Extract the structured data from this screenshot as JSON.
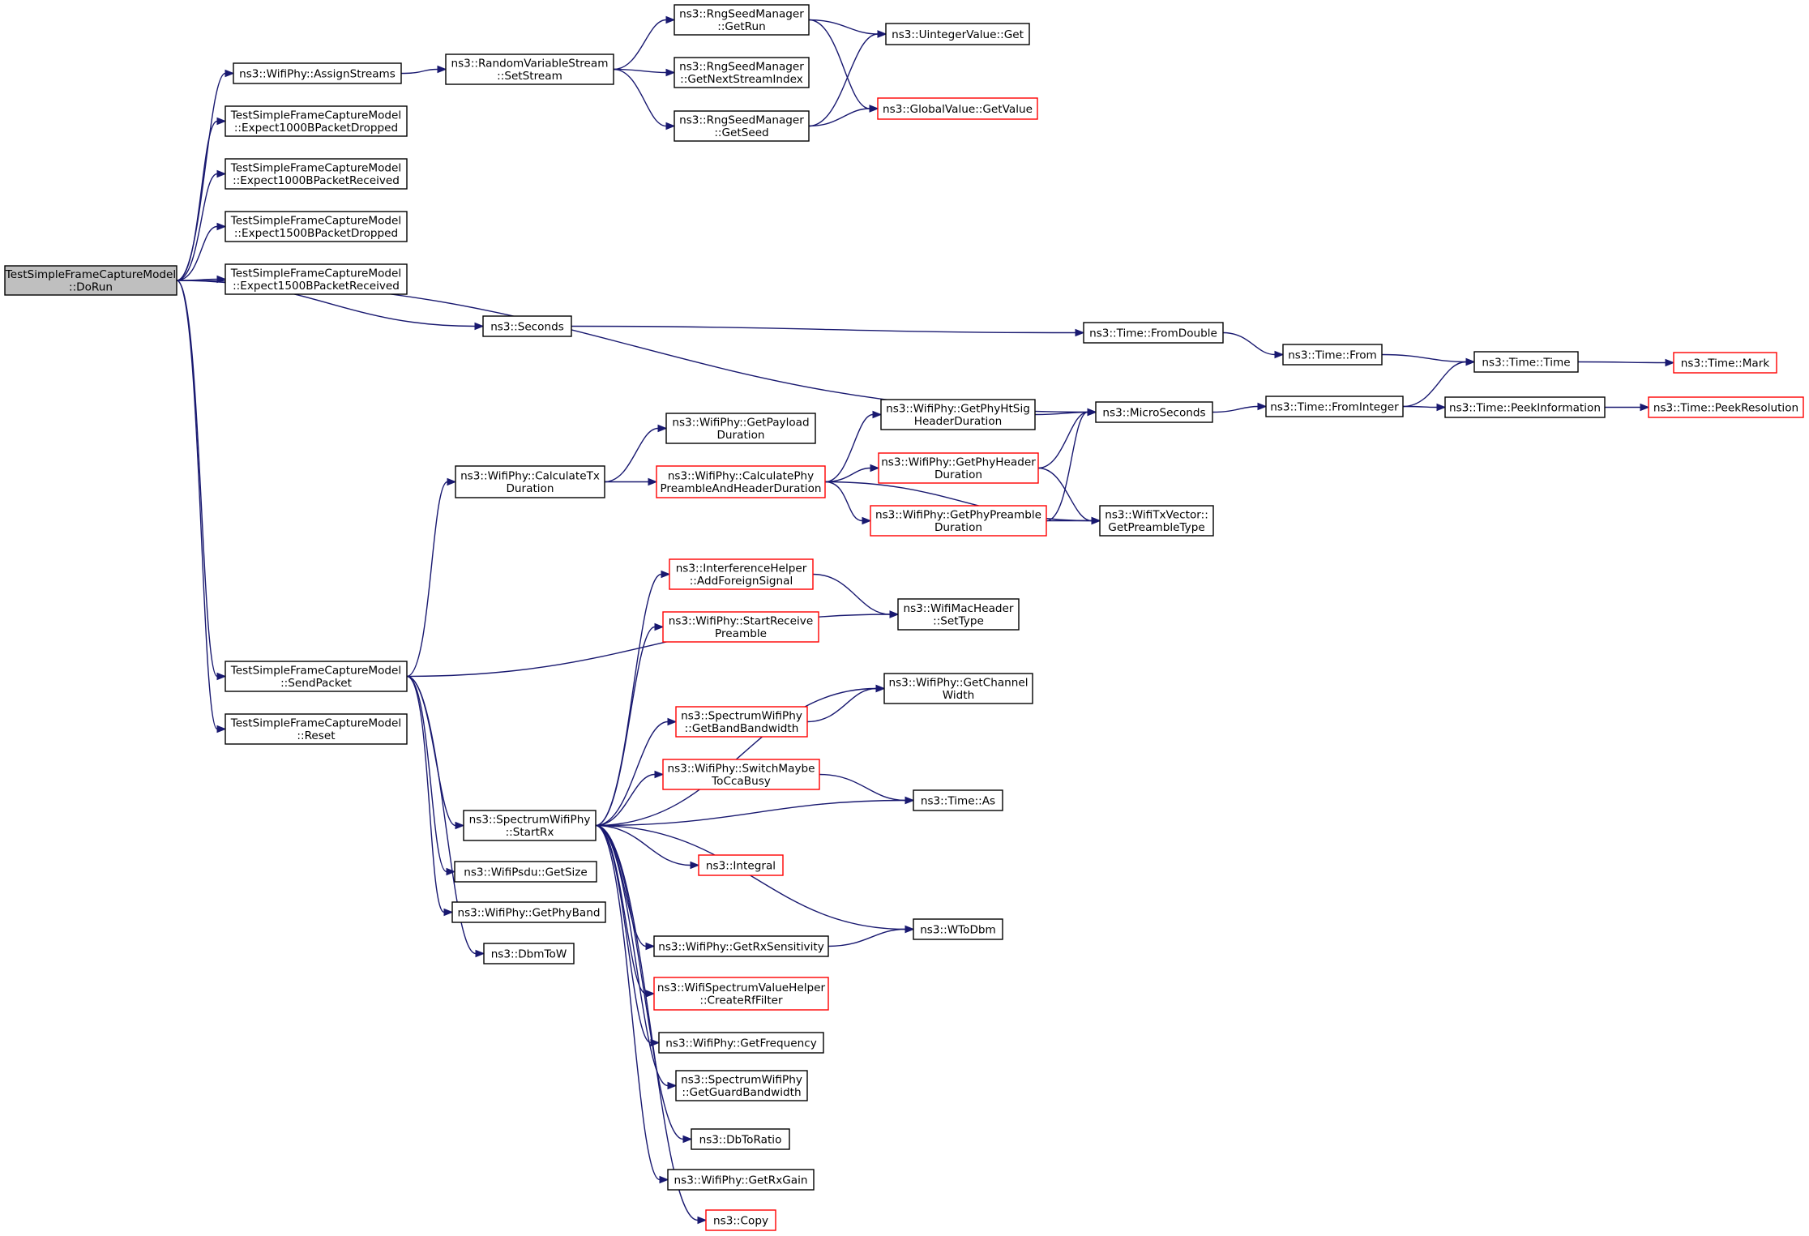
{
  "nodes": [
    {
      "id": "dorun",
      "lines": [
        "TestSimpleFrameCaptureModel",
        "::DoRun"
      ],
      "style": "root"
    },
    {
      "id": "assign",
      "lines": [
        "ns3::WifiPhy::AssignStreams"
      ],
      "style": "normal"
    },
    {
      "id": "e1000d",
      "lines": [
        "TestSimpleFrameCaptureModel",
        "::Expect1000BPacketDropped"
      ],
      "style": "normal"
    },
    {
      "id": "e1000r",
      "lines": [
        "TestSimpleFrameCaptureModel",
        "::Expect1000BPacketReceived"
      ],
      "style": "normal"
    },
    {
      "id": "e1500d",
      "lines": [
        "TestSimpleFrameCaptureModel",
        "::Expect1500BPacketDropped"
      ],
      "style": "normal"
    },
    {
      "id": "e1500r",
      "lines": [
        "TestSimpleFrameCaptureModel",
        "::Expect1500BPacketReceived"
      ],
      "style": "normal"
    },
    {
      "id": "sendpacket",
      "lines": [
        "TestSimpleFrameCaptureModel",
        "::SendPacket"
      ],
      "style": "normal"
    },
    {
      "id": "reset",
      "lines": [
        "TestSimpleFrameCaptureModel",
        "::Reset"
      ],
      "style": "normal"
    },
    {
      "id": "setstream",
      "lines": [
        "ns3::RandomVariableStream",
        "::SetStream"
      ],
      "style": "normal"
    },
    {
      "id": "getrun",
      "lines": [
        "ns3::RngSeedManager",
        "::GetRun"
      ],
      "style": "normal"
    },
    {
      "id": "getnext",
      "lines": [
        "ns3::RngSeedManager",
        "::GetNextStreamIndex"
      ],
      "style": "normal"
    },
    {
      "id": "getseed",
      "lines": [
        "ns3::RngSeedManager",
        "::GetSeed"
      ],
      "style": "normal"
    },
    {
      "id": "uintget",
      "lines": [
        "ns3::UintegerValue::Get"
      ],
      "style": "normal"
    },
    {
      "id": "gvget",
      "lines": [
        "ns3::GlobalValue::GetValue"
      ],
      "style": "trunc"
    },
    {
      "id": "seconds",
      "lines": [
        "ns3::Seconds"
      ],
      "style": "normal"
    },
    {
      "id": "fromdouble",
      "lines": [
        "ns3::Time::FromDouble"
      ],
      "style": "normal"
    },
    {
      "id": "from",
      "lines": [
        "ns3::Time::From"
      ],
      "style": "normal"
    },
    {
      "id": "time",
      "lines": [
        "ns3::Time::Time"
      ],
      "style": "normal"
    },
    {
      "id": "mark",
      "lines": [
        "ns3::Time::Mark"
      ],
      "style": "trunc"
    },
    {
      "id": "micro",
      "lines": [
        "ns3::MicroSeconds"
      ],
      "style": "normal"
    },
    {
      "id": "frominteger",
      "lines": [
        "ns3::Time::FromInteger"
      ],
      "style": "normal"
    },
    {
      "id": "peekinfo",
      "lines": [
        "ns3::Time::PeekInformation"
      ],
      "style": "normal"
    },
    {
      "id": "peekres",
      "lines": [
        "ns3::Time::PeekResolution"
      ],
      "style": "trunc"
    },
    {
      "id": "calctx",
      "lines": [
        "ns3::WifiPhy::CalculateTx",
        "Duration"
      ],
      "style": "normal"
    },
    {
      "id": "getpayload",
      "lines": [
        "ns3::WifiPhy::GetPayload",
        "Duration"
      ],
      "style": "normal"
    },
    {
      "id": "calcphy",
      "lines": [
        "ns3::WifiPhy::CalculatePhy",
        "PreambleAndHeaderDuration"
      ],
      "style": "trunc"
    },
    {
      "id": "htsig",
      "lines": [
        "ns3::WifiPhy::GetPhyHtSig",
        "HeaderDuration"
      ],
      "style": "normal"
    },
    {
      "id": "phyheader",
      "lines": [
        "ns3::WifiPhy::GetPhyHeader",
        "Duration"
      ],
      "style": "trunc"
    },
    {
      "id": "phypreamble",
      "lines": [
        "ns3::WifiPhy::GetPhyPreamble",
        "Duration"
      ],
      "style": "trunc"
    },
    {
      "id": "preambletype",
      "lines": [
        "ns3::WifiTxVector::",
        "GetPreambleType"
      ],
      "style": "normal"
    },
    {
      "id": "addforeign",
      "lines": [
        "ns3::InterferenceHelper",
        "::AddForeignSignal"
      ],
      "style": "trunc"
    },
    {
      "id": "settype",
      "lines": [
        "ns3::WifiMacHeader",
        "::SetType"
      ],
      "style": "normal"
    },
    {
      "id": "startrecv",
      "lines": [
        "ns3::WifiPhy::StartReceive",
        "Preamble"
      ],
      "style": "trunc"
    },
    {
      "id": "chwidth",
      "lines": [
        "ns3::WifiPhy::GetChannel",
        "Width"
      ],
      "style": "normal"
    },
    {
      "id": "bandbw",
      "lines": [
        "ns3::SpectrumWifiPhy",
        "::GetBandBandwidth"
      ],
      "style": "trunc"
    },
    {
      "id": "switchcca",
      "lines": [
        "ns3::WifiPhy::SwitchMaybe",
        "ToCcaBusy"
      ],
      "style": "trunc"
    },
    {
      "id": "timeas",
      "lines": [
        "ns3::Time::As"
      ],
      "style": "normal"
    },
    {
      "id": "startrx",
      "lines": [
        "ns3::SpectrumWifiPhy",
        "::StartRx"
      ],
      "style": "normal"
    },
    {
      "id": "integral",
      "lines": [
        "ns3::Integral"
      ],
      "style": "trunc"
    },
    {
      "id": "getsize",
      "lines": [
        "ns3::WifiPsdu::GetSize"
      ],
      "style": "normal"
    },
    {
      "id": "getphyband",
      "lines": [
        "ns3::WifiPhy::GetPhyBand"
      ],
      "style": "normal"
    },
    {
      "id": "dbmtow",
      "lines": [
        "ns3::DbmToW"
      ],
      "style": "normal"
    },
    {
      "id": "wtodbm",
      "lines": [
        "ns3::WToDbm"
      ],
      "style": "normal"
    },
    {
      "id": "rxsens",
      "lines": [
        "ns3::WifiPhy::GetRxSensitivity"
      ],
      "style": "normal"
    },
    {
      "id": "rffilter",
      "lines": [
        "ns3::WifiSpectrumValueHelper",
        "::CreateRfFilter"
      ],
      "style": "trunc"
    },
    {
      "id": "getfreq",
      "lines": [
        "ns3::WifiPhy::GetFrequency"
      ],
      "style": "normal"
    },
    {
      "id": "guardbw",
      "lines": [
        "ns3::SpectrumWifiPhy",
        "::GetGuardBandwidth"
      ],
      "style": "normal"
    },
    {
      "id": "dbtoratio",
      "lines": [
        "ns3::DbToRatio"
      ],
      "style": "normal"
    },
    {
      "id": "rxgain",
      "lines": [
        "ns3::WifiPhy::GetRxGain"
      ],
      "style": "normal"
    },
    {
      "id": "copy",
      "lines": [
        "ns3::Copy"
      ],
      "style": "trunc"
    }
  ],
  "edges": [
    [
      "dorun",
      "assign"
    ],
    [
      "dorun",
      "e1000d"
    ],
    [
      "dorun",
      "e1000r"
    ],
    [
      "dorun",
      "e1500d"
    ],
    [
      "dorun",
      "e1500r"
    ],
    [
      "dorun",
      "seconds"
    ],
    [
      "dorun",
      "micro"
    ],
    [
      "dorun",
      "sendpacket"
    ],
    [
      "dorun",
      "reset"
    ],
    [
      "assign",
      "setstream"
    ],
    [
      "setstream",
      "getrun"
    ],
    [
      "setstream",
      "getnext"
    ],
    [
      "setstream",
      "getseed"
    ],
    [
      "getrun",
      "uintget"
    ],
    [
      "getrun",
      "gvget"
    ],
    [
      "getseed",
      "uintget"
    ],
    [
      "getseed",
      "gvget"
    ],
    [
      "seconds",
      "fromdouble"
    ],
    [
      "fromdouble",
      "from"
    ],
    [
      "from",
      "time"
    ],
    [
      "time",
      "mark"
    ],
    [
      "micro",
      "frominteger"
    ],
    [
      "frominteger",
      "time"
    ],
    [
      "frominteger",
      "peekinfo"
    ],
    [
      "peekinfo",
      "peekres"
    ],
    [
      "sendpacket",
      "calctx"
    ],
    [
      "sendpacket",
      "settype"
    ],
    [
      "sendpacket",
      "startrx"
    ],
    [
      "sendpacket",
      "getsize"
    ],
    [
      "sendpacket",
      "getphyband"
    ],
    [
      "sendpacket",
      "dbmtow"
    ],
    [
      "calctx",
      "getpayload"
    ],
    [
      "calctx",
      "calcphy"
    ],
    [
      "calcphy",
      "htsig"
    ],
    [
      "calcphy",
      "phyheader"
    ],
    [
      "calcphy",
      "phypreamble"
    ],
    [
      "calcphy",
      "preambletype"
    ],
    [
      "htsig",
      "micro"
    ],
    [
      "phyheader",
      "micro"
    ],
    [
      "phyheader",
      "preambletype"
    ],
    [
      "phypreamble",
      "micro"
    ],
    [
      "phypreamble",
      "preambletype"
    ],
    [
      "startrx",
      "addforeign"
    ],
    [
      "startrx",
      "startrecv"
    ],
    [
      "startrx",
      "chwidth"
    ],
    [
      "startrx",
      "bandbw"
    ],
    [
      "startrx",
      "switchcca"
    ],
    [
      "startrx",
      "timeas"
    ],
    [
      "startrx",
      "integral"
    ],
    [
      "startrx",
      "wtodbm"
    ],
    [
      "startrx",
      "rxsens"
    ],
    [
      "startrx",
      "rffilter"
    ],
    [
      "startrx",
      "getfreq"
    ],
    [
      "startrx",
      "guardbw"
    ],
    [
      "startrx",
      "dbtoratio"
    ],
    [
      "startrx",
      "rxgain"
    ],
    [
      "startrx",
      "copy"
    ],
    [
      "addforeign",
      "settype"
    ],
    [
      "bandbw",
      "chwidth"
    ],
    [
      "switchcca",
      "timeas"
    ],
    [
      "rxsens",
      "wtodbm"
    ]
  ]
}
